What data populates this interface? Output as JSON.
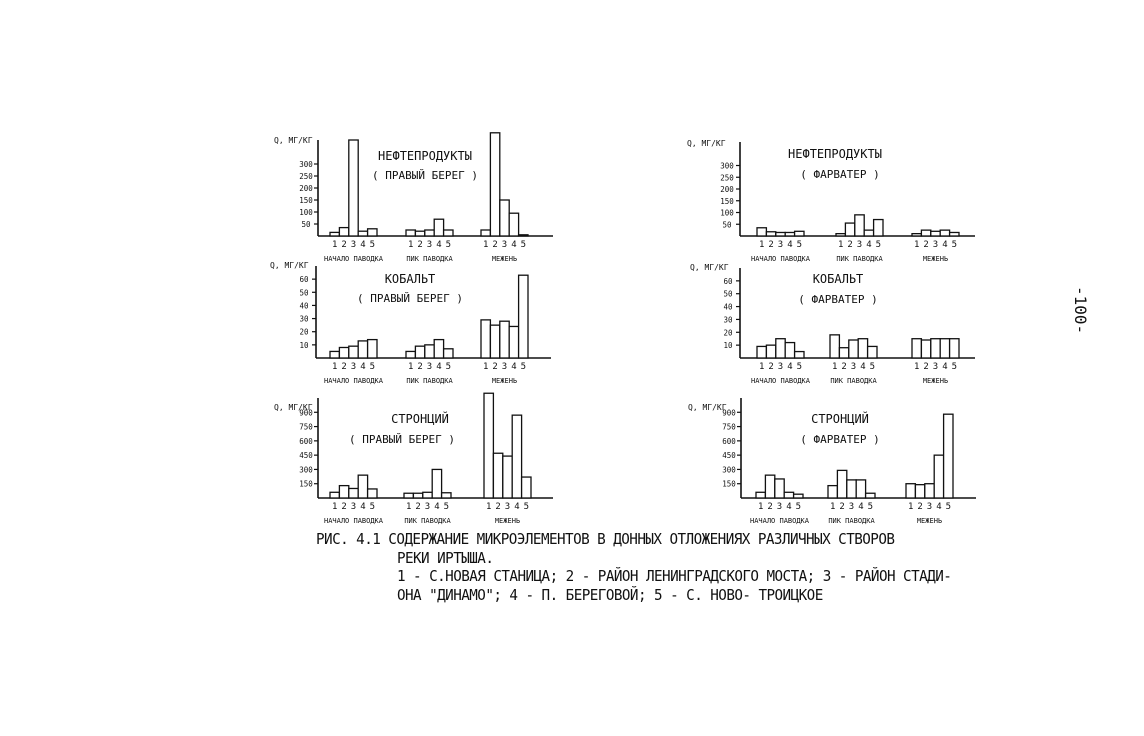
{
  "page_number": "-100-",
  "caption": {
    "fig_label": "РИС. 4.1",
    "line1": "СОДЕРЖАНИЕ МИКРОЭЛЕМЕНТОВ В ДОННЫХ ОТЛОЖЕНИЯХ РАЗЛИЧНЫХ СТВОРОВ",
    "line2": "РЕКИ ИРТЫША.",
    "line3": "1 - С.НОВАЯ СТАНИЦА; 2 - РАЙОН ЛЕНИНГРАДСКОГО МОСТА; 3 - РАЙОН СТАДИ-",
    "line4": "ОНА \"ДИНАМО\"; 4 - П. БЕРЕГОВОЙ; 5 - С. НОВО- ТРОИЦКОЕ"
  },
  "chart_data": [
    {
      "type": "bar",
      "title": "НЕФТЕПРОДУКТЫ",
      "subtitle": "( ПРАВЫЙ БЕРЕГ )",
      "ylabel": "Q, МГ/КГ",
      "yticks": [
        50,
        100,
        150,
        200,
        250,
        300
      ],
      "ylim": [
        0,
        400
      ],
      "bar_labels": [
        "1",
        "2",
        "3",
        "4",
        "5"
      ],
      "groups": [
        "НАЧАЛО ПАВОДКА",
        "ПИК ПАВОДКА",
        "МЕЖЕНЬ"
      ],
      "values": [
        [
          15,
          35,
          400,
          20,
          30
        ],
        [
          25,
          20,
          25,
          70,
          25
        ],
        [
          25,
          430,
          150,
          95,
          5
        ]
      ]
    },
    {
      "type": "bar",
      "title": "НЕФТЕПРОДУКТЫ",
      "subtitle": "( ФАРВАТЕР )",
      "ylabel": "Q, МГ/КГ",
      "yticks": [
        50,
        100,
        150,
        200,
        250,
        300
      ],
      "ylim": [
        0,
        400
      ],
      "bar_labels": [
        "1",
        "2",
        "3",
        "4",
        "5"
      ],
      "groups": [
        "НАЧАЛО ПАВОДКА",
        "ПИК ПАВОДКА",
        "МЕЖЕНЬ"
      ],
      "values": [
        [
          35,
          18,
          15,
          15,
          20
        ],
        [
          10,
          55,
          90,
          25,
          70
        ],
        [
          10,
          25,
          20,
          25,
          15
        ]
      ]
    },
    {
      "type": "bar",
      "title": "КОБАЛЬТ",
      "subtitle": "( ПРАВЫЙ БЕРЕГ )",
      "ylabel": "Q, МГ/КГ",
      "yticks": [
        10,
        20,
        30,
        40,
        50,
        60
      ],
      "ylim": [
        0,
        70
      ],
      "bar_labels": [
        "1",
        "2",
        "3",
        "4",
        "5"
      ],
      "groups": [
        "НАЧАЛО ПАВОДКА",
        "ПИК ПАВОДКА",
        "МЕЖЕНЬ"
      ],
      "values": [
        [
          5,
          8,
          9,
          13,
          14
        ],
        [
          5,
          9,
          10,
          14,
          7
        ],
        [
          29,
          25,
          28,
          24,
          63
        ]
      ]
    },
    {
      "type": "bar",
      "title": "КОБАЛЬТ",
      "subtitle": "( ФАРВАТЕР )",
      "ylabel": "Q, МГ/КГ",
      "yticks": [
        10,
        20,
        30,
        40,
        50,
        60
      ],
      "ylim": [
        0,
        70
      ],
      "bar_labels": [
        "1",
        "2",
        "3",
        "4",
        "5"
      ],
      "groups": [
        "НАЧАЛО ПАВОДКА",
        "ПИК ПАВОДКА",
        "МЕЖЕНЬ"
      ],
      "values": [
        [
          9,
          10,
          15,
          12,
          5
        ],
        [
          18,
          8,
          14,
          15,
          9
        ],
        [
          15,
          14,
          15,
          15,
          15
        ]
      ]
    },
    {
      "type": "bar",
      "title": "СТРОНЦИЙ",
      "subtitle": "( ПРАВЫЙ БЕРЕГ )",
      "ylabel": "Q, МГ/КГ",
      "yticks": [
        150,
        300,
        450,
        600,
        750,
        900
      ],
      "ylim": [
        0,
        1050
      ],
      "bar_labels": [
        "1",
        "2",
        "3",
        "4",
        "5"
      ],
      "groups": [
        "НАЧАЛО ПАВОДКА",
        "ПИК ПАВОДКА",
        "МЕЖЕНЬ"
      ],
      "values": [
        [
          60,
          130,
          100,
          240,
          95
        ],
        [
          50,
          50,
          60,
          300,
          55
        ],
        [
          1100,
          470,
          440,
          870,
          220
        ]
      ]
    },
    {
      "type": "bar",
      "title": "СТРОНЦИЙ",
      "subtitle": "( ФАРВАТЕР )",
      "ylabel": "Q, МГ/КГ",
      "yticks": [
        150,
        300,
        450,
        600,
        750,
        900
      ],
      "ylim": [
        0,
        1050
      ],
      "bar_labels": [
        "1",
        "2",
        "3",
        "4",
        "5"
      ],
      "groups": [
        "НАЧАЛО ПАВОДКА",
        "ПИК ПАВОДКА",
        "МЕЖЕНЬ"
      ],
      "values": [
        [
          60,
          240,
          200,
          60,
          40
        ],
        [
          130,
          290,
          190,
          190,
          50
        ],
        [
          150,
          140,
          150,
          450,
          880
        ]
      ]
    }
  ]
}
